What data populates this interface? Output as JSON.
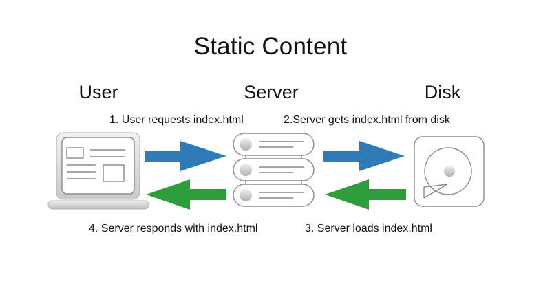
{
  "title": "Static Content",
  "nodes": {
    "user": "User",
    "server": "Server",
    "disk": "Disk"
  },
  "steps": {
    "step1": "1. User requests index.html",
    "step2": "2.Server gets index.html from disk",
    "step3": "3. Server loads index.html",
    "step4": "4. Server responds with index.html"
  },
  "colors": {
    "request_arrow": "#2f7bb8",
    "response_arrow": "#2e9e3c",
    "outline": "#8a8a8a"
  },
  "icons": {
    "user": "laptop-icon",
    "server": "server-stack-icon",
    "disk": "hard-disk-icon"
  }
}
